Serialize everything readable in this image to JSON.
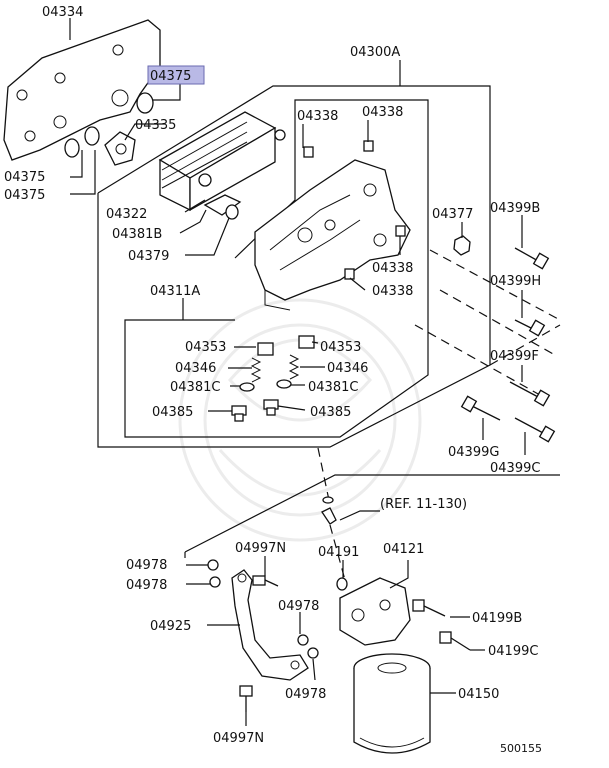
{
  "diagram": {
    "highlighted_part": "04375",
    "labels": {
      "p04334": "04334",
      "p04375_hl": "04375",
      "p04300A": "04300A",
      "p04335": "04335",
      "p04375_a": "04375",
      "p04375_b": "04375",
      "p04338_a": "04338",
      "p04338_b": "04338",
      "p04322": "04322",
      "p04381B": "04381B",
      "p04379": "04379",
      "p04377": "04377",
      "p04399B": "04399B",
      "p04338_c": "04338",
      "p04338_d": "04338",
      "p04399H": "04399H",
      "p04311A": "04311A",
      "p04353_a": "04353",
      "p04353_b": "04353",
      "p04346_a": "04346",
      "p04346_b": "04346",
      "p04381C_a": "04381C",
      "p04381C_b": "04381C",
      "p04385_a": "04385",
      "p04385_b": "04385",
      "p04399F": "04399F",
      "p04399G": "04399G",
      "p04399C": "04399C",
      "ref": "(REF. 11-130)",
      "p04978_a": "04978",
      "p04978_b": "04978",
      "p04997N_a": "04997N",
      "p04191": "04191",
      "p04121": "04121",
      "p04925": "04925",
      "p04978_c": "04978",
      "p04199B": "04199B",
      "p04199C": "04199C",
      "p04978_d": "04978",
      "p04150": "04150",
      "p04997N_b": "04997N",
      "diagram_number": "500155"
    },
    "colors": {
      "highlight": "#b9b9e6",
      "ink": "#111111"
    }
  }
}
